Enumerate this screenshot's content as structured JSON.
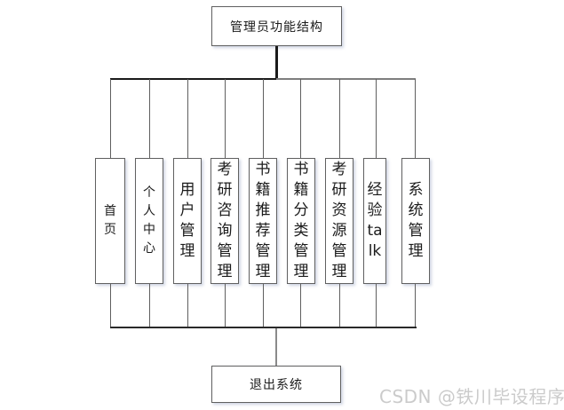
{
  "title_node": {
    "label": "管理员功能结构"
  },
  "modules": [
    {
      "name": "home",
      "label": "首\n页"
    },
    {
      "name": "personal-center",
      "label": "个\n人\n中\n心"
    },
    {
      "name": "user-management",
      "label": "用\n户\n管\n理"
    },
    {
      "name": "kaoyan-consult-management",
      "label": "考\n研\n咨\n询\n管\n理"
    },
    {
      "name": "book-recommend-management",
      "label": "书\n籍\n推\n荐\n管\n理"
    },
    {
      "name": "book-category-management",
      "label": "书\n籍\n分\n类\n管\n理"
    },
    {
      "name": "kaoyan-resource-management",
      "label": "考\n研\n资\n源\n管\n理"
    },
    {
      "name": "experience-talk",
      "label": "经\n验\nta\nlk"
    },
    {
      "name": "system-management",
      "label": "系\n统\n管\n理"
    }
  ],
  "exit_node": {
    "label": "退出系统"
  },
  "watermark": {
    "text": "CSDN @铁川毕设程序"
  },
  "colors": {
    "background": "#ffffff",
    "box_border": "#606060",
    "line_dark": "#1a1a1a",
    "line_gray": "#7e7e7e",
    "text": "#1b1b1b",
    "watermark": "#cbcbcb"
  }
}
